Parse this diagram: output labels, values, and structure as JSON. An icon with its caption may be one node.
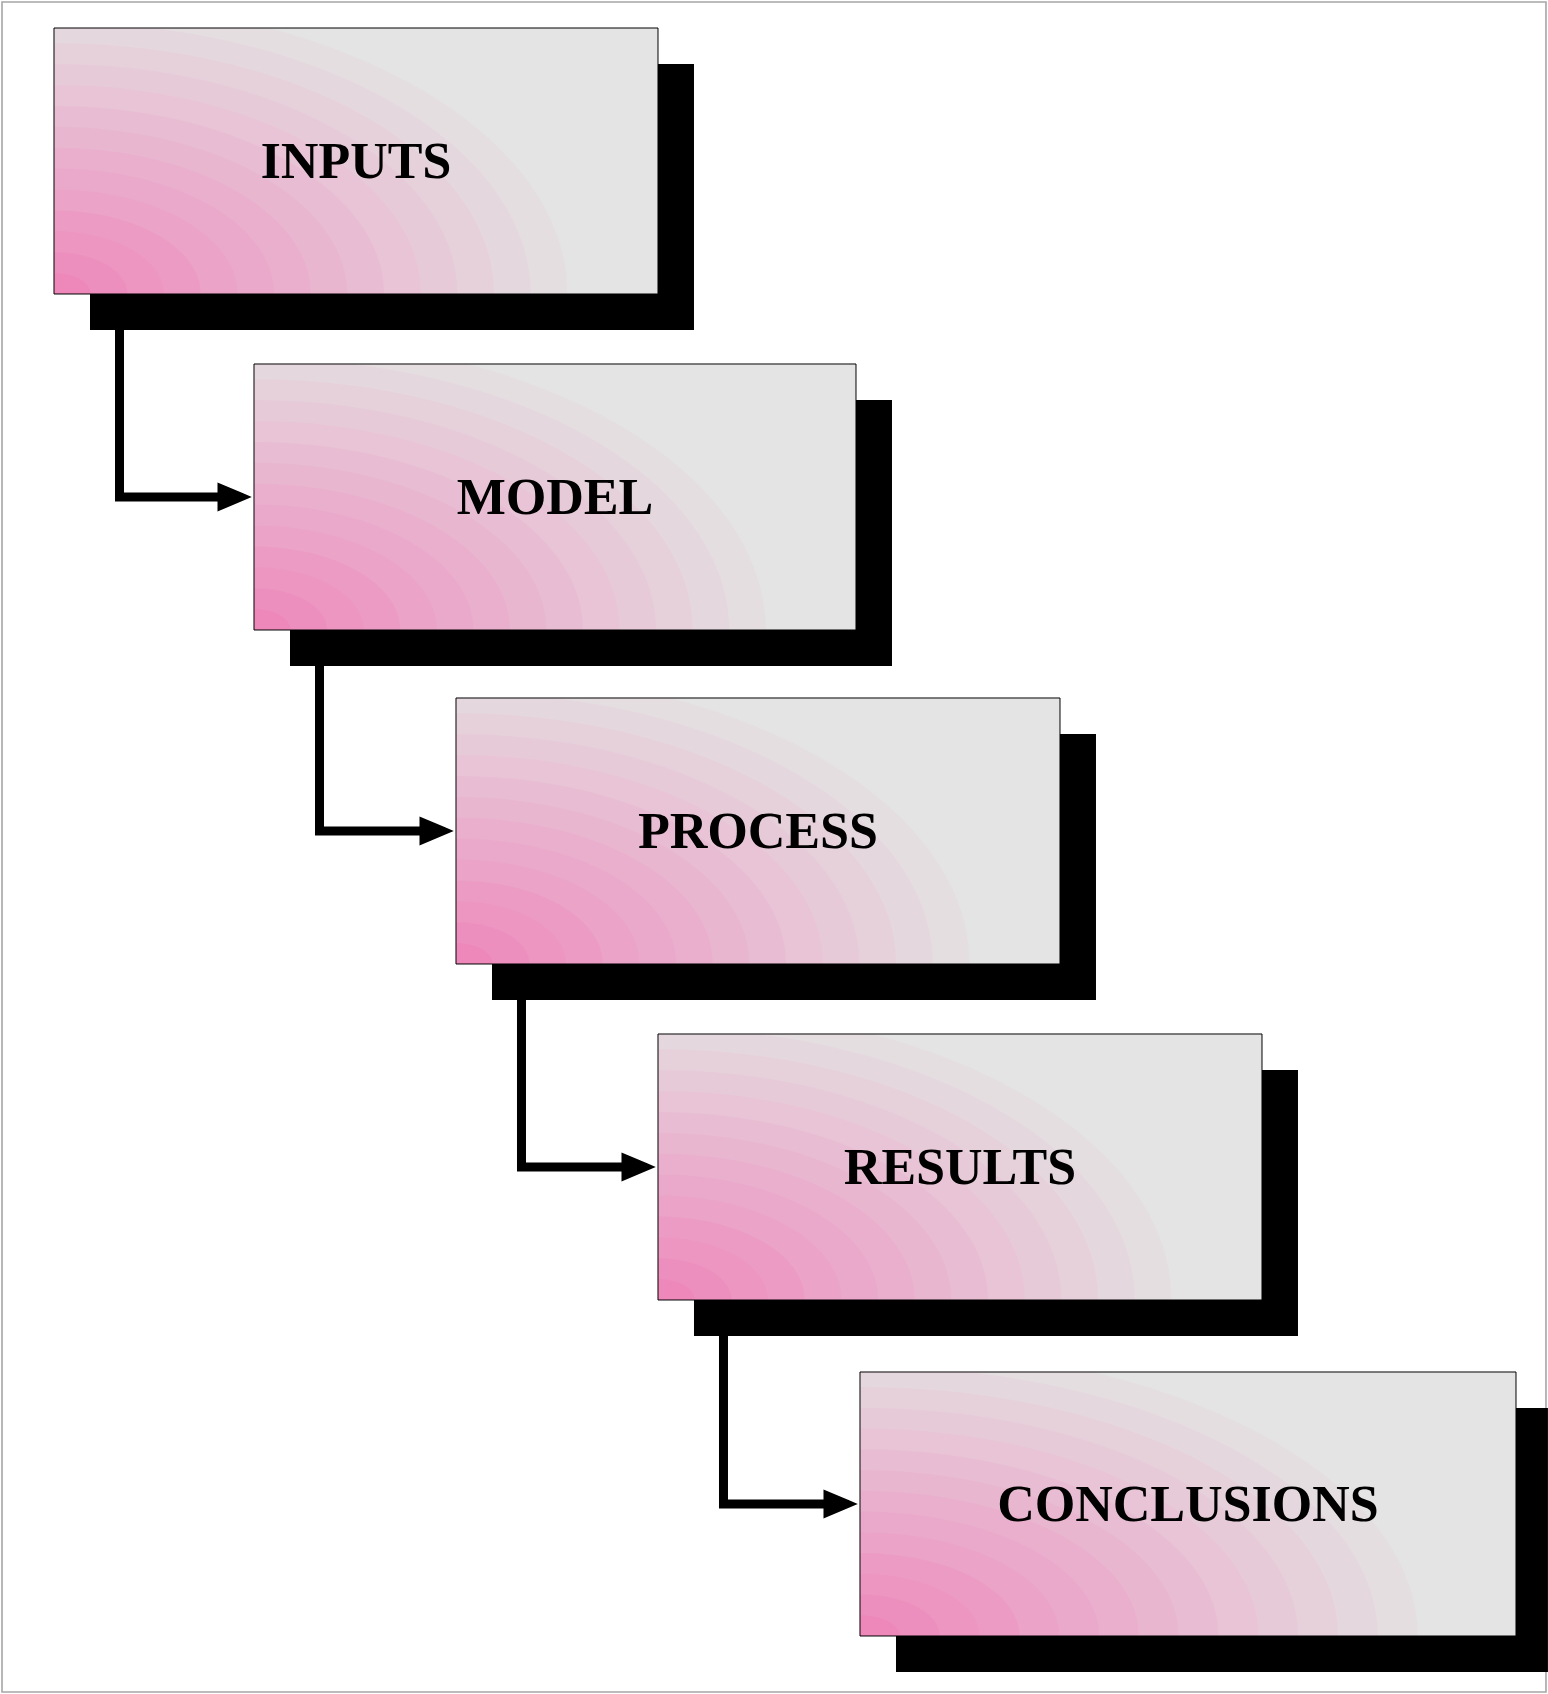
{
  "diagram": {
    "nodes": [
      {
        "text": [
          "INPUTS"
        ]
      },
      {
        "text": [
          "MODEL"
        ]
      },
      {
        "text": [
          "PROCESS"
        ]
      },
      {
        "text": [
          "RESULTS"
        ]
      },
      {
        "text": [
          "CONCLUSIONS"
        ]
      }
    ],
    "edges": [
      {
        "from": 0,
        "to": 1,
        "arrow": "to"
      },
      {
        "from": 1,
        "to": 2,
        "arrow": "to"
      },
      {
        "from": 2,
        "to": 3,
        "arrow": "to"
      },
      {
        "from": 3,
        "to": 4,
        "arrow": "to"
      }
    ]
  }
}
